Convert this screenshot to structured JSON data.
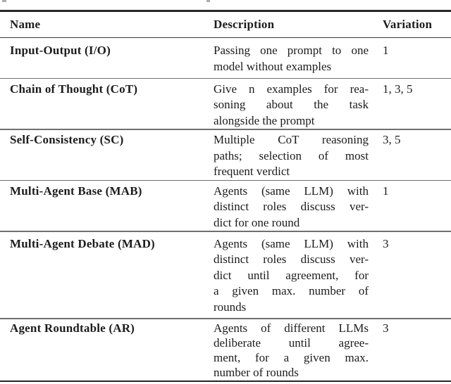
{
  "table": {
    "columns": [
      "Name",
      "Description",
      "Variation"
    ],
    "rows": [
      {
        "name": "Input-Output (I/O)",
        "description_lines": [
          "Passing one prompt to one",
          "model without examples"
        ],
        "variation": "1"
      },
      {
        "name": "Chain of Thought (CoT)",
        "description_lines": [
          "Give n examples for rea-",
          "soning about the task",
          "alongside the prompt"
        ],
        "variation": "1, 3, 5"
      },
      {
        "name": "Self-Consistency (SC)",
        "description_lines": [
          "Multiple CoT reasoning",
          "paths; selection of most",
          "frequent verdict"
        ],
        "variation": "3, 5"
      },
      {
        "name": "Multi-Agent Base (MAB)",
        "description_lines": [
          "Agents (same LLM) with",
          "distinct roles discuss ver-",
          "dict for one round"
        ],
        "variation": "1"
      },
      {
        "name": "Multi-Agent Debate (MAD)",
        "description_lines": [
          "Agents (same LLM) with",
          "distinct roles discuss ver-",
          "dict until agreement, for",
          "a given max. number of",
          "rounds"
        ],
        "variation": "3"
      },
      {
        "name": "Agent Roundtable (AR)",
        "description_lines": [
          "Agents of different LLMs",
          "deliberate until agree-",
          "ment, for a given max.",
          "number of rounds"
        ],
        "variation": "3"
      }
    ]
  }
}
